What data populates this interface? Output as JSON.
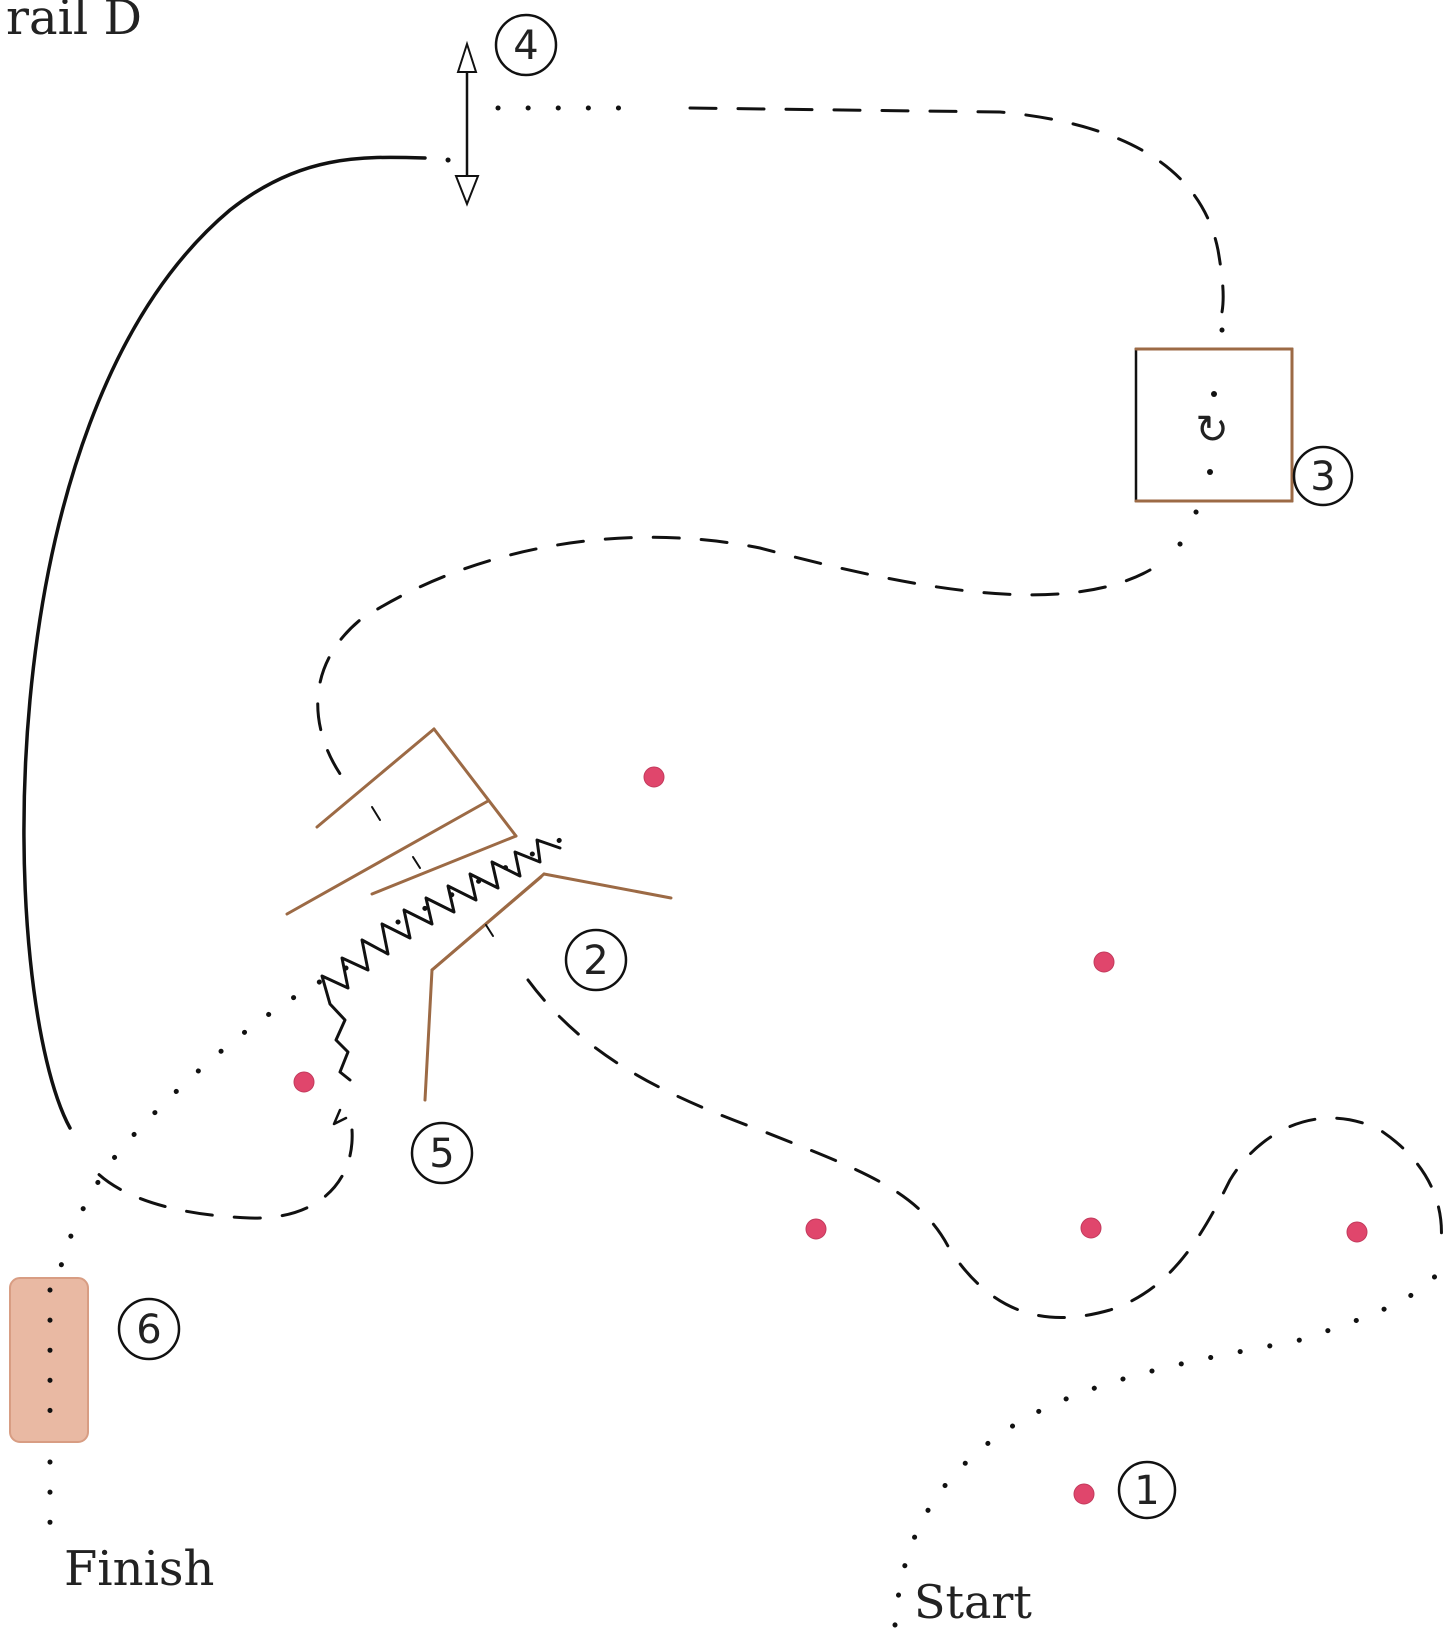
{
  "labels": {
    "corner": "rail D",
    "start": "Start",
    "finish": "Finish"
  },
  "obstacles": [
    {
      "number": "1",
      "name": "cone"
    },
    {
      "number": "2",
      "name": "fan-ramp-with-zigzag"
    },
    {
      "number": "3",
      "name": "box-with-turn"
    },
    {
      "number": "4",
      "name": "pole-up-down"
    },
    {
      "number": "5",
      "name": "zigzag-return"
    },
    {
      "number": "6",
      "name": "mat"
    }
  ],
  "legend_glyphs": {
    "turn_symbol": "↻"
  },
  "colors": {
    "cone": "#e0466c",
    "wood": "#9c6a45",
    "mat": "#e9b9a3",
    "ink": "#111111"
  }
}
